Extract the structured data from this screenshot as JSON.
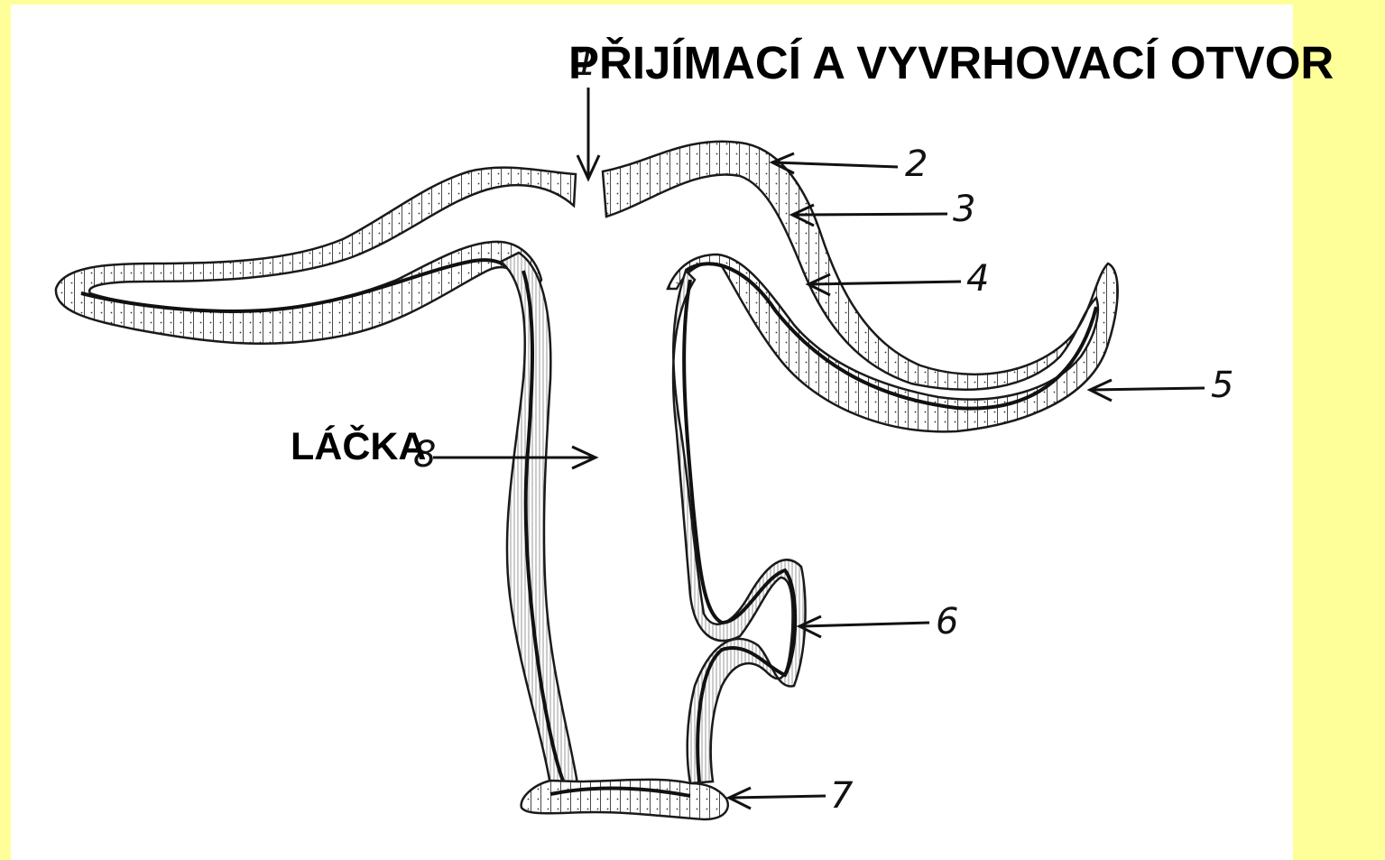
{
  "labels": {
    "top": "PŘIJÍMACÍ A VYVRHOVACÍ OTVOR",
    "left": "LÁČKA"
  },
  "numbers": [
    "1",
    "2",
    "3",
    "4",
    "5",
    "6",
    "7",
    "8"
  ],
  "colors": {
    "background": "#ffff99",
    "paper": "#ffffff",
    "ink": "#1a1a1a"
  }
}
